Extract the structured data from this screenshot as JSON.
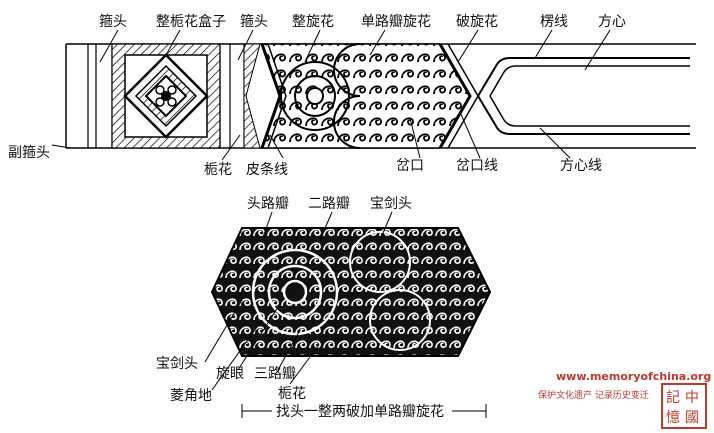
{
  "top_beam": {
    "labels": {
      "gutou": "箍头",
      "zheng_zhihua_hezi": "整栀花盒子",
      "gutou_2": "箍头",
      "zheng_xuanhua": "整旋花",
      "danlu_ban_xuanhua": "单路瓣旋花",
      "po_xuanhua": "破旋花",
      "lengxian": "楞线",
      "fangxin": "方心",
      "fu_gutou": "副箍头",
      "zhihua": "栀花",
      "pitiao_xian": "皮条线",
      "chakou": "岔口",
      "chakou_xian": "岔口线",
      "fangxin_xian": "方心线"
    }
  },
  "detail": {
    "labels": {
      "toulu_ban": "头路瓣",
      "erlu_ban": "二路瓣",
      "baojian_tou_top": "宝剑头",
      "baojian_tou_left": "宝剑头",
      "lingjiao_di": "菱角地",
      "xuanyan": "旋眼",
      "sanlu_ban": "三路瓣",
      "zhihua": "栀花"
    },
    "caption": "找头一整两破加单路瓣旋花"
  },
  "watermark": {
    "url": "www.memoryofchina.org",
    "slogan": "保护文化遗产   记录历史变迁",
    "seal": [
      "中",
      "國",
      "記",
      "憶"
    ]
  }
}
